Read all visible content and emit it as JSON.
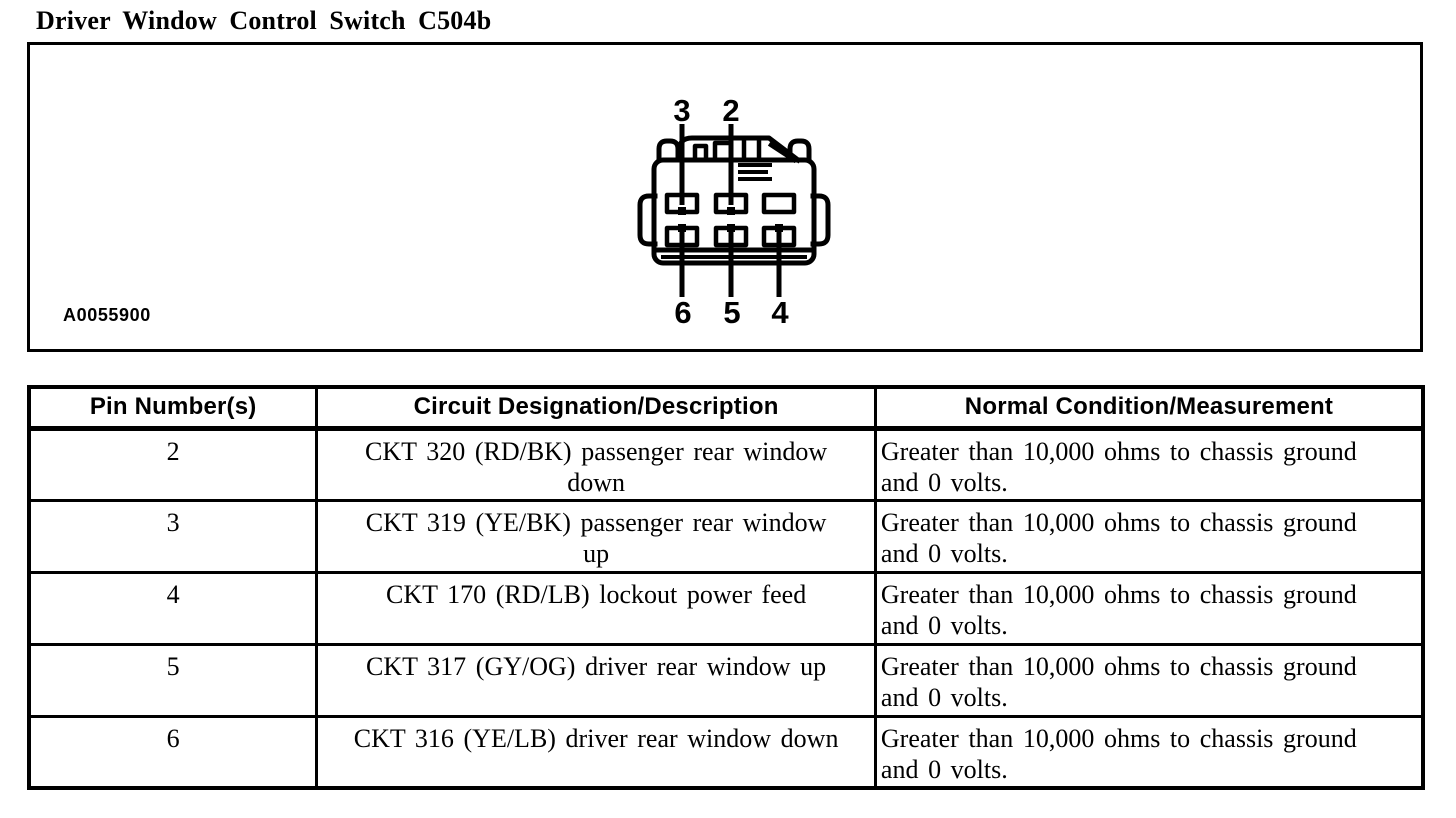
{
  "title": "Driver Window Control Switch C504b",
  "figure": {
    "id_label": "A0055900",
    "connector": {
      "pin_labels_top": [
        "3",
        "2"
      ],
      "pin_labels_bottom": [
        "6",
        "5",
        "4"
      ]
    }
  },
  "table": {
    "headers": [
      "Pin Number(s)",
      "Circuit Designation/Description",
      "Normal Condition/Measurement"
    ],
    "rows": [
      {
        "pin": "2",
        "circuit": [
          "CKT 320 (RD/BK) passenger rear window",
          "down"
        ],
        "condition": [
          "Greater than 10,000 ohms to chassis ground",
          "and 0 volts."
        ]
      },
      {
        "pin": "3",
        "circuit": [
          "CKT 319 (YE/BK) passenger rear window",
          "up"
        ],
        "condition": [
          "Greater than 10,000 ohms to chassis ground",
          "and 0 volts."
        ]
      },
      {
        "pin": "4",
        "circuit": [
          "CKT 170 (RD/LB) lockout power feed"
        ],
        "condition": [
          "Greater than 10,000 ohms to chassis ground",
          "and 0 volts."
        ]
      },
      {
        "pin": "5",
        "circuit": [
          "CKT 317 (GY/OG) driver rear window up"
        ],
        "condition": [
          "Greater than 10,000 ohms to chassis ground",
          "and 0 volts."
        ]
      },
      {
        "pin": "6",
        "circuit": [
          "CKT 316 (YE/LB) driver rear window down"
        ],
        "condition": [
          "Greater than 10,000 ohms to chassis ground",
          "and 0 volts."
        ]
      }
    ]
  },
  "colors": {
    "ink": "#000000",
    "paper": "#ffffff"
  }
}
